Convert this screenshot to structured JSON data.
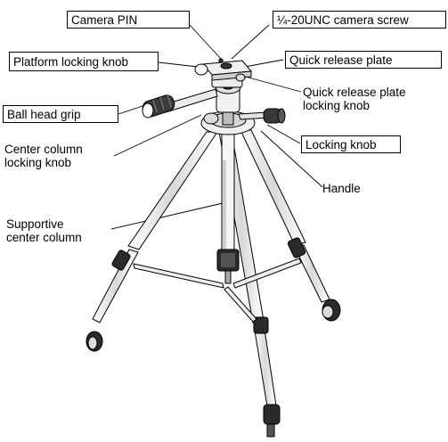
{
  "labels": {
    "camera_pin": "Camera PIN",
    "camera_screw": "¼-20UNC camera screw",
    "platform_locking_knob": "Platform locking knob",
    "quick_release_plate": "Quick release plate",
    "ball_head_grip": "Ball head grip",
    "qr_plate_locking_knob_line1": "Quick release plate",
    "qr_plate_locking_knob_line2": "locking knob",
    "center_column_locking_knob_line1": "Center column",
    "center_column_locking_knob_line2": "locking knob",
    "locking_knob": "Locking knob",
    "handle": "Handle",
    "supportive_center_column_line1": "Supportive",
    "supportive_center_column_line2": "center column"
  },
  "colors": {
    "line": "#000000",
    "background": "#ffffff",
    "metal_dark": "#333333",
    "metal_mid": "#9a9a9a",
    "metal_light": "#e6e6e6"
  }
}
